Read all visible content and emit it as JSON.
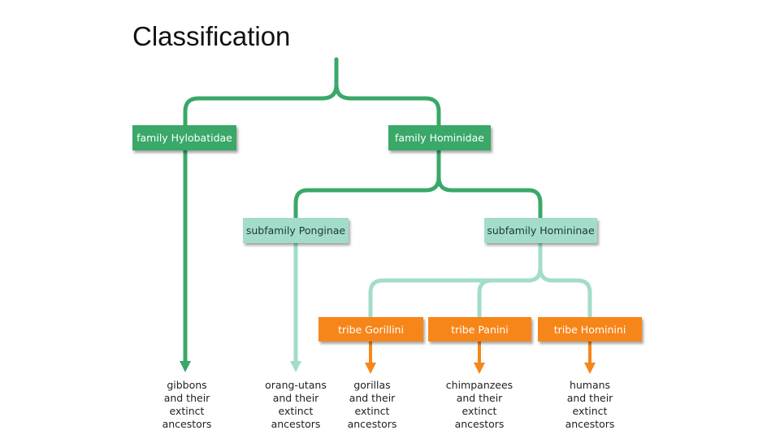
{
  "title": "Classification",
  "colors": {
    "family_line": "#3aa868",
    "family_box": "#3aa868",
    "subfamily_line": "#a3dccb",
    "subfamily_box": "#a3dccb",
    "tribe_box": "#f7861a",
    "tribe_arrow": "#f7861a"
  },
  "nodes": {
    "family_hylobatidae": "family Hylobatidae",
    "family_hominidae": "family Hominidae",
    "subfamily_ponginae": "subfamily Ponginae",
    "subfamily_homininae": "subfamily Homininae",
    "tribe_gorillini": "tribe Gorillini",
    "tribe_panini": "tribe Panini",
    "tribe_hominini": "tribe Hominini"
  },
  "leaves": {
    "gibbons": [
      "gibbons",
      "and their",
      "extinct",
      "ancestors"
    ],
    "orangutans": [
      "orang-utans",
      "and their",
      "extinct",
      "ancestors"
    ],
    "gorillas": [
      "gorillas",
      "and their",
      "extinct",
      "ancestors"
    ],
    "chimpanzees": [
      "chimpanzees",
      "and their",
      "extinct",
      "ancestors"
    ],
    "humans": [
      "humans",
      "and their",
      "extinct",
      "ancestors"
    ]
  }
}
